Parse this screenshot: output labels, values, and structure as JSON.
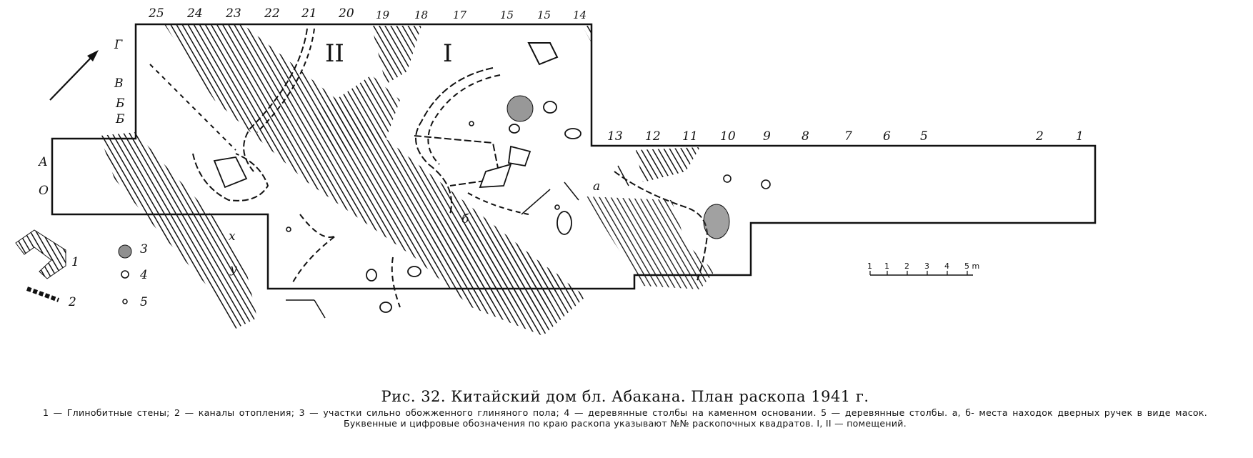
{
  "plan": {
    "top_squares": [
      "25",
      "24",
      "23",
      "22",
      "21",
      "20",
      "19",
      "18",
      "17",
      "15",
      "15",
      "14"
    ],
    "right_squares": [
      "13",
      "12",
      "11",
      "10",
      "9",
      "8",
      "7",
      "6",
      "5",
      "2",
      "1"
    ],
    "left_letters": [
      "Г",
      "В",
      "Б",
      "Б",
      "А",
      "О"
    ],
    "inner_letters": [
      "x",
      "y"
    ],
    "find_places": [
      "a",
      "б"
    ],
    "rooms": [
      "II",
      "I"
    ],
    "scale": {
      "ticks": [
        "1",
        "1",
        "2",
        "3",
        "4",
        "5 m"
      ]
    }
  },
  "legend": {
    "items": [
      {
        "num": "1",
        "kind": "clay-wall"
      },
      {
        "num": "2",
        "kind": "heating-channel"
      },
      {
        "num": "3",
        "kind": "burnt-floor"
      },
      {
        "num": "4",
        "kind": "post-on-stone"
      },
      {
        "num": "5",
        "kind": "post"
      }
    ]
  },
  "caption": {
    "title": "Рис. 32. Китайский дом бл. Абакана. План раскопа 1941 г.",
    "legend_text": "1 — Глинобитные стены; 2 — каналы отопления; 3 — участки сильно обожженного глиняного пола; 4 — деревянные столбы на каменном основании. 5 — деревянные столбы. а, б- места находок дверных ручек в виде масок. Буквенные и цифровые обозначения по краю раскопа указывают №№ раскопочных квадратов. I, II — помещений."
  }
}
